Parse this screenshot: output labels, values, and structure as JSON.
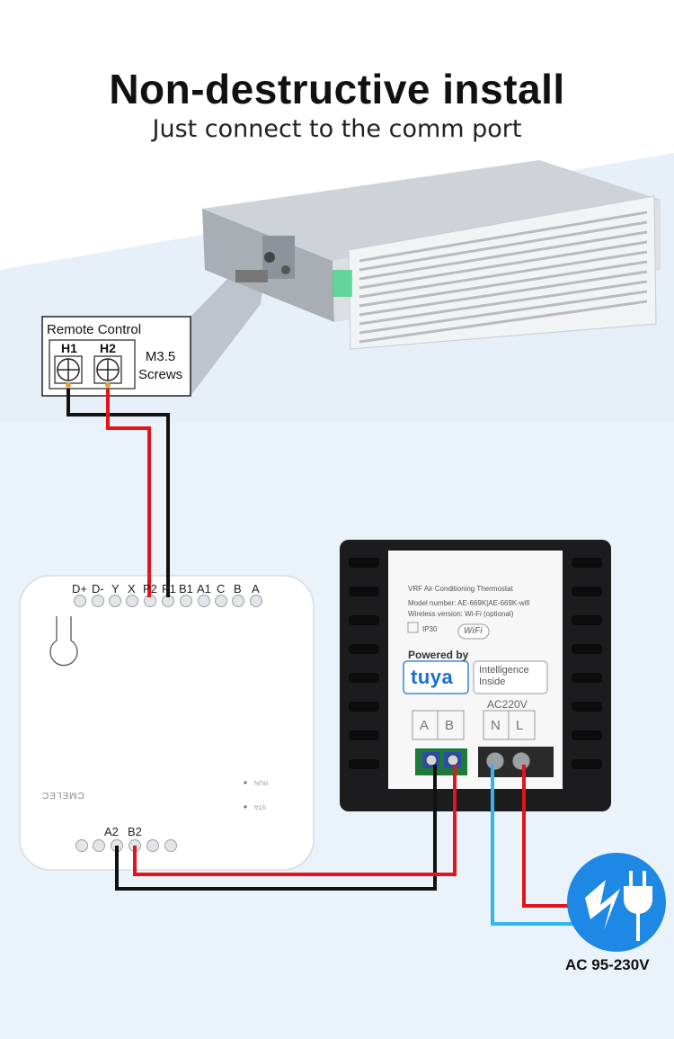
{
  "header": {
    "title": "Non-destructive install",
    "subtitle": "Just connect to the comm port"
  },
  "remote_control": {
    "title": "Remote Control",
    "terminals": [
      "H1",
      "H2"
    ],
    "screw_line1": "M3.5",
    "screw_line2": "Screws"
  },
  "gateway": {
    "top_terminals": [
      "D+",
      "D-",
      "Y",
      "X",
      "P2",
      "P1",
      "B1",
      "A1",
      "C",
      "B",
      "A"
    ],
    "bottom_terminals": [
      "A2",
      "B2"
    ],
    "brand": "CMELEC",
    "led_run": "RUN",
    "led_sta": "STA"
  },
  "thermostat": {
    "product": "VRF Air Conditioning Thermostat",
    "model": "Model number: AE-669K|AE-669K-wifi",
    "wireless": "Wireless version: Wi-Fi (optional)",
    "ip_rating": "IP30",
    "wifi": "WiFi",
    "powered_by": "Powered by",
    "tuya": "tuya",
    "intelligence_line1": "Intelligence",
    "intelligence_line2": "Inside",
    "power_label": "AC220V",
    "comm_terminals": [
      "A",
      "B"
    ],
    "power_terminals": [
      "N",
      "L"
    ]
  },
  "power": {
    "label": "AC 95-230V"
  },
  "colors": {
    "wire_red": "#e3141b",
    "wire_black": "#111111",
    "wire_blue": "#33b6f0",
    "plug_blue": "#1e88e5"
  }
}
